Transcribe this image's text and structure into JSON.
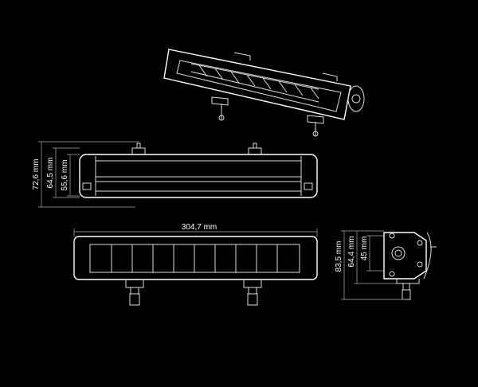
{
  "dimensions": {
    "height_total": "72,6 mm",
    "height_body": "64,5 mm",
    "height_lens": "55,6 mm",
    "length": "304,7 mm",
    "side_total": "83,5 mm",
    "side_body": "64,4 mm",
    "side_lens": "45 mm"
  },
  "colors": {
    "background": "#000000",
    "lines": "#ffffff"
  }
}
